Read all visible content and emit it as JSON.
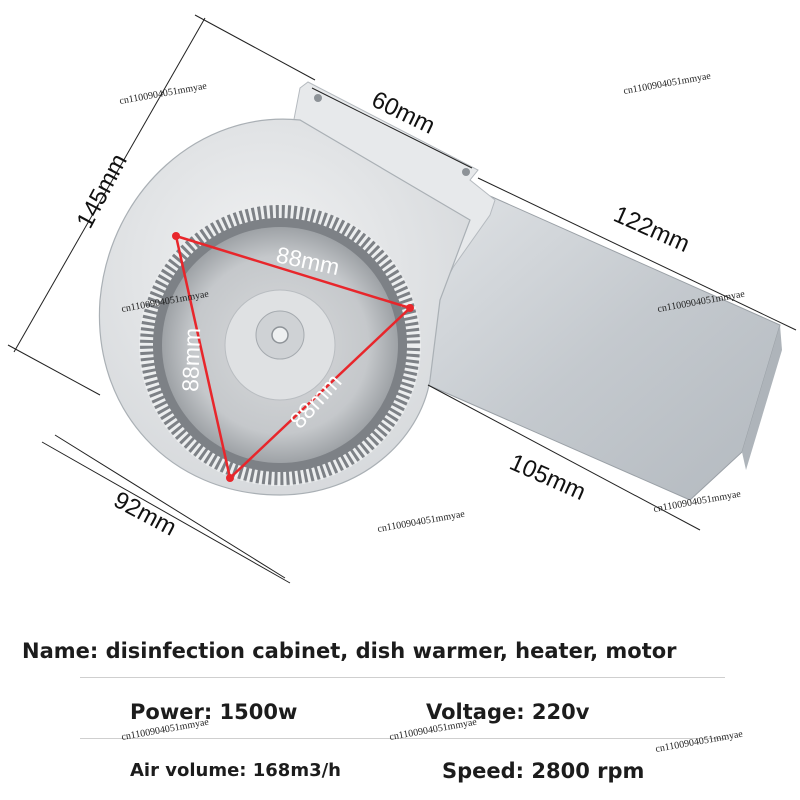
{
  "dimensions": {
    "top_width": "60mm",
    "height": "145mm",
    "duct_length": "122mm",
    "bottom_length": "105mm",
    "wheel_diameter": "92mm",
    "triangle_top": "88mm",
    "triangle_left": "88mm",
    "triangle_right": "88mm"
  },
  "watermark": "cn1100904051mmyae",
  "specs": {
    "name": "Name: disinfection cabinet, dish warmer, heater, motor",
    "power": "Power: 1500w",
    "voltage": "Voltage: 220v",
    "air_volume": "Air volume: 168m3/h",
    "speed": "Speed: 2800 rpm"
  },
  "colors": {
    "housing": "#e4e6e8",
    "duct": "#c9ced3",
    "triangle": "#e8262b"
  }
}
